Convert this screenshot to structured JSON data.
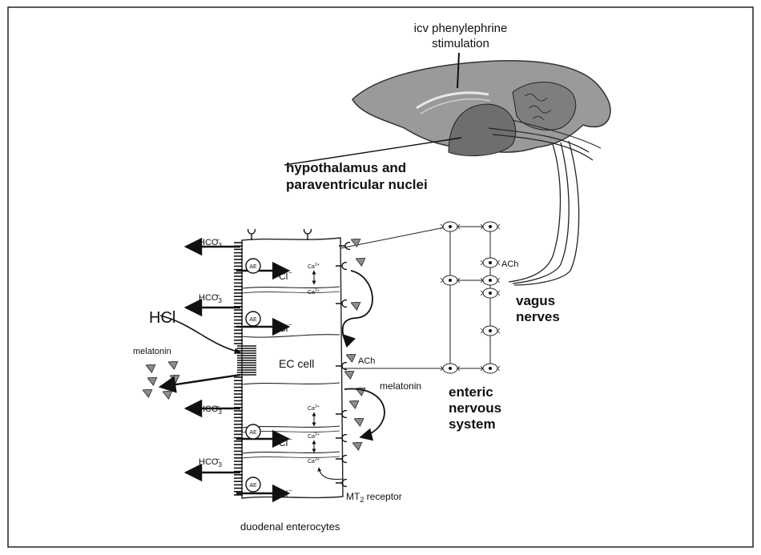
{
  "labels": {
    "icv_line1": "icv phenylephrine",
    "icv_line2": "stimulation",
    "hypo_line1": "hypothalamus and",
    "hypo_line2": "paraventricular nuclei",
    "vagus_line1": "vagus",
    "vagus_line2": "nerves",
    "enteric_line1": "enteric",
    "enteric_line2": "nervous",
    "enteric_line3": "system",
    "hcl": "HCl",
    "melatonin_left": "melatonin",
    "melatonin_right": "melatonin",
    "ec_cell": "EC cell",
    "ach_mid": "ACh",
    "ach_top": "ACh",
    "hco3": "HCO",
    "hco3_sub": "3",
    "hco3_sup": "−",
    "cl": "Cl",
    "cl_sup": "−",
    "ae": "AE",
    "ca": "Ca",
    "ca_sup": "2+",
    "mt2": "MT",
    "mt2_sub": "2",
    "mt2_rest": " receptor",
    "duodenal": "duodenal enterocytes"
  },
  "colors": {
    "ink": "#111111",
    "frame": "#222222",
    "brain_fill": "#9a9a9a",
    "brain_dark": "#6e6e6e"
  }
}
